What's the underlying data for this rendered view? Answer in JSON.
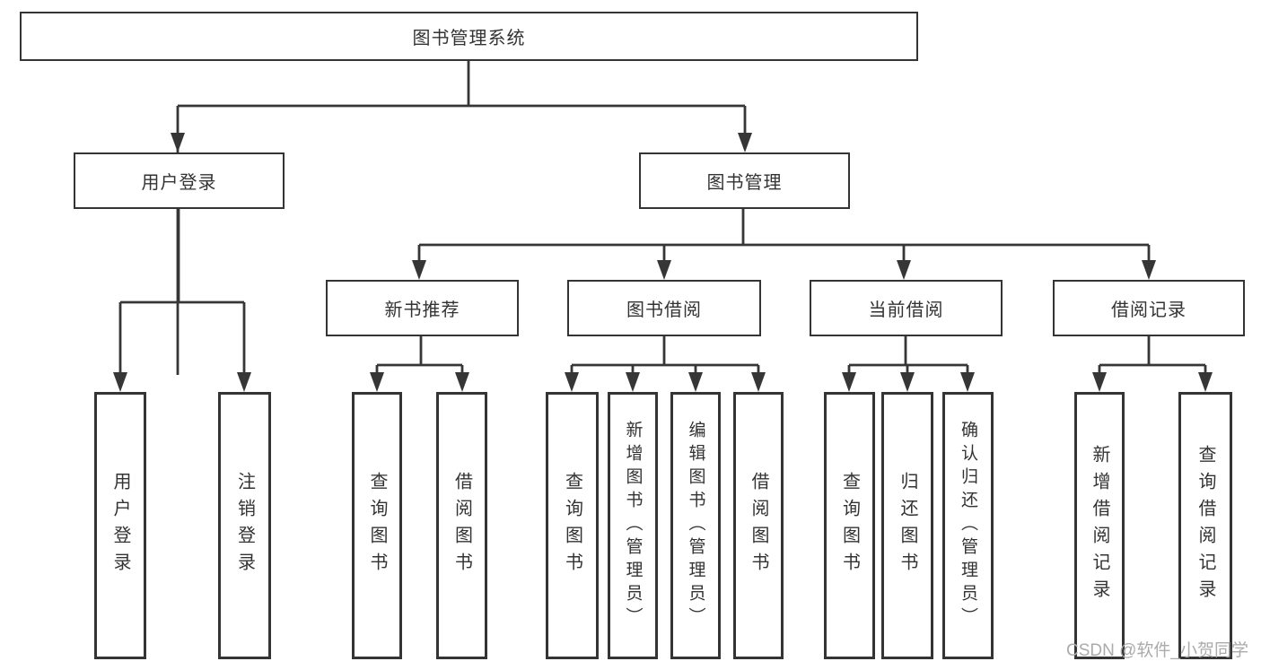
{
  "tree": {
    "root": {
      "label": "图书管理系统",
      "children": [
        {
          "label": "用户登录",
          "children": [
            {
              "label": "用户登录"
            },
            {
              "label": "注销登录"
            }
          ]
        },
        {
          "label": "图书管理",
          "children": [
            {
              "label": "新书推荐",
              "children": [
                {
                  "label": "查询图书"
                },
                {
                  "label": "借阅图书"
                }
              ]
            },
            {
              "label": "图书借阅",
              "children": [
                {
                  "label": "查询图书"
                },
                {
                  "label": "新增图书（管理员）"
                },
                {
                  "label": "编辑图书（管理员）"
                },
                {
                  "label": "借阅图书"
                }
              ]
            },
            {
              "label": "当前借阅",
              "children": [
                {
                  "label": "查询图书"
                },
                {
                  "label": "归还图书"
                },
                {
                  "label": "确认归还（管理员）"
                }
              ]
            },
            {
              "label": "借阅记录",
              "children": [
                {
                  "label": "新增借阅记录"
                },
                {
                  "label": "查询借阅记录"
                }
              ]
            }
          ]
        }
      ]
    }
  },
  "watermark": {
    "text": "CSDN @软件_小贺同学"
  },
  "colors": {
    "line": "#363636",
    "box_border": "#343434",
    "text": "#333333",
    "watermark": "#ababab",
    "background": "#ffffff"
  }
}
